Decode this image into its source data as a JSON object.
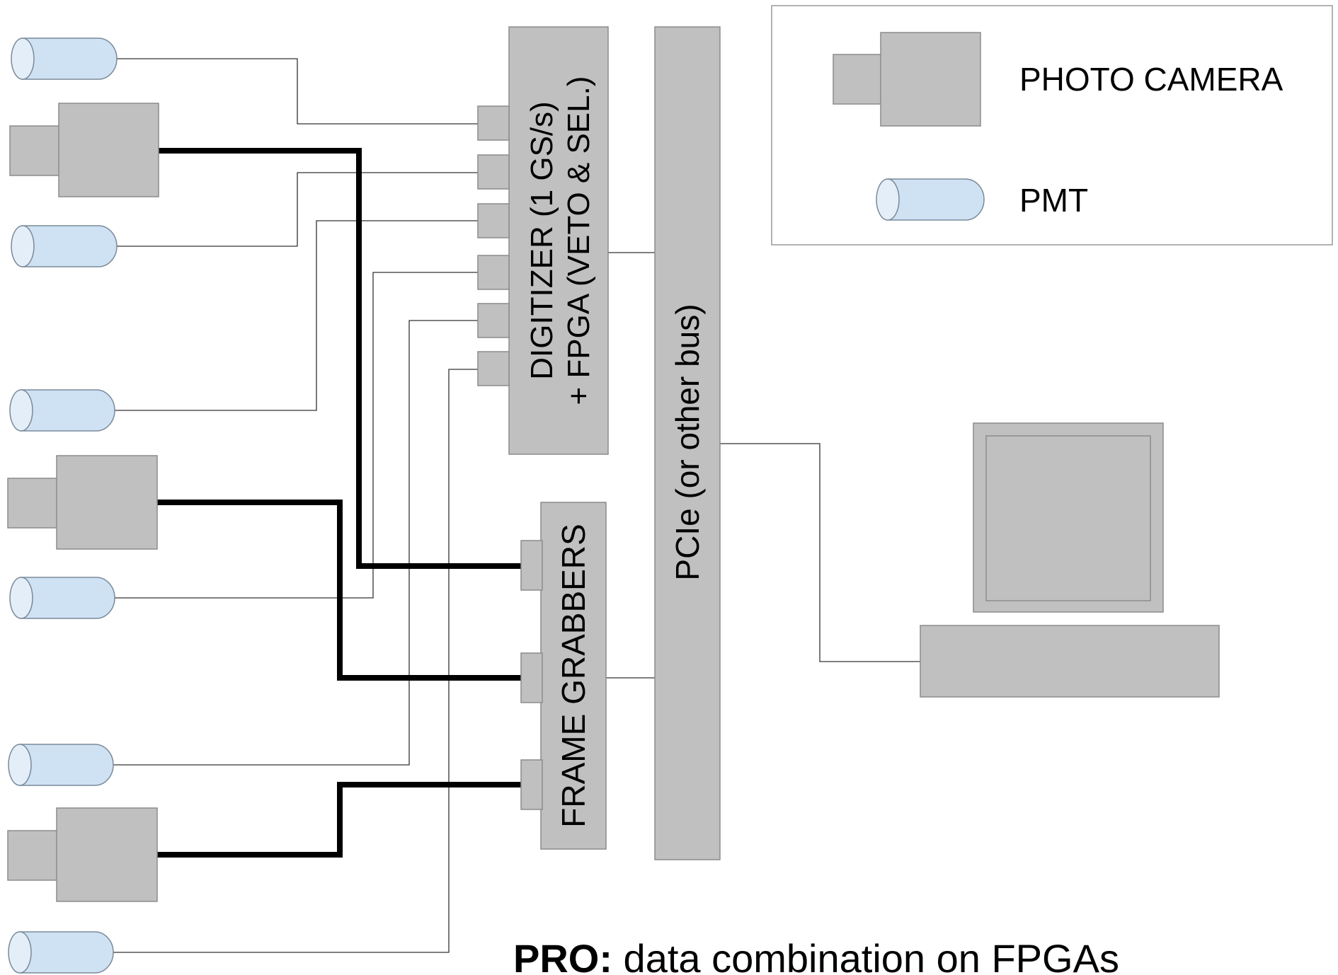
{
  "legend": {
    "photo_camera": "PHOTO CAMERA",
    "pmt": "PMT"
  },
  "digitizer": {
    "line1": "DIGITIZER (1 GS/s)",
    "line2": "+ FPGA (VETO & SEL.)"
  },
  "frame_grabbers": "FRAME GRABBERS",
  "bus": "PCIe (or other bus)",
  "footer": {
    "bold": "PRO:",
    "rest": " data combination on FPGAs"
  },
  "colors": {
    "device_gray": "#c0c0c0",
    "pmt_blue": "#cfe2f3",
    "thick_cable": "#000000",
    "thin_cable": "#333333"
  }
}
